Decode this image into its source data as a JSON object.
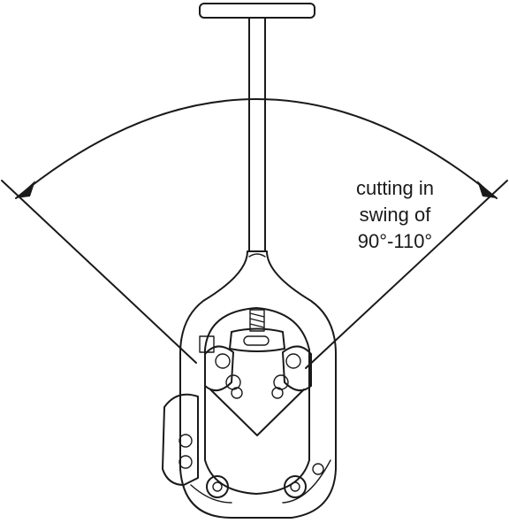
{
  "annotation": {
    "line1": "cutting in",
    "line2": "swing of",
    "line3": "90°-110°"
  }
}
